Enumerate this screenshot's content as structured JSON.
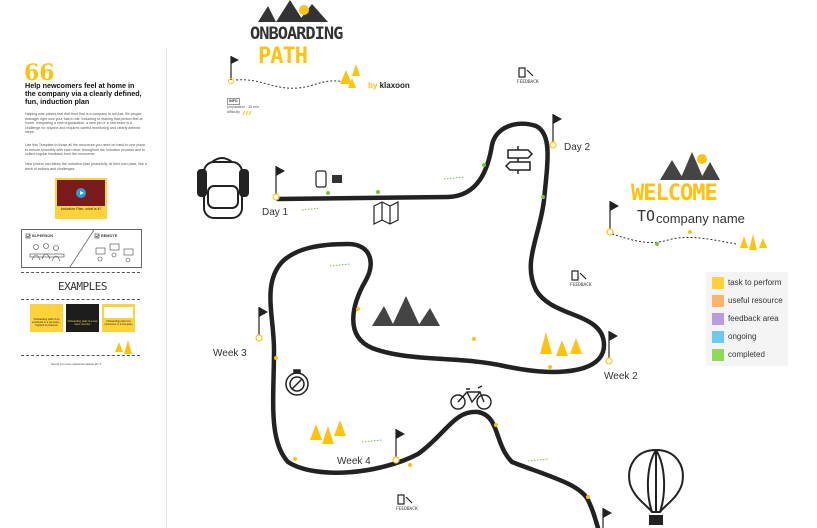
{
  "left_panel": {
    "quote_mark": "66",
    "title": "Help newcomers feel at home in the company via a clearly defined, fun, induction plan",
    "paragraph_1": "Helping new joiners feel that their first is a company is not just. Be people manager right now your has a role. Inducting to making that person feel at home. Integrating a new organization, a new job or a new team is a challenge for anyone and requires careful monitoring and clearly defined steps.",
    "paragraph_2": "Use this Template to those all the resources you need on hand to one place, to ensure smoothly with each other throughout the induction process and to collect regular feedback from the newcomer.",
    "paragraph_3": "New joiners can follow the Induction plan peacefully, at their own pace, like a treck of actions and challenges.",
    "video_caption": "Induction Plan, what is it?",
    "modes": {
      "in_person": "IN-PERSON",
      "remote": "REMOTE"
    },
    "examples_title": "EXAMPLES",
    "example_cards": [
      "Onboarding path of an employee in a company - Inspired by Klaxoon",
      "Onboarding path of a new team member",
      "Onboarding path of a newcomer in a company"
    ],
    "footer_link": "ItemQ.com.use-cases/templates-klx ©"
  },
  "logo": {
    "line_1": "ONBOARDING",
    "line_2": "PATH",
    "by_label": "by",
    "brand": "klaxoon"
  },
  "info": {
    "tag": "INFO",
    "preparation": "preparation : 15 min",
    "difficulty": "difficulty"
  },
  "milestones": {
    "day1": "Day 1",
    "day2": "Day 2",
    "week2": "Week 2",
    "week3": "Week 3",
    "week4": "Week 4"
  },
  "feedback_label": "FEEDBACK",
  "welcome": {
    "title": "WELCOME",
    "to": "TO",
    "company": "company name"
  },
  "legend": [
    {
      "label": "task to perform",
      "color": "#ffd23a"
    },
    {
      "label": "useful resource",
      "color": "#ffb36b"
    },
    {
      "label": "feedback area",
      "color": "#b89ce0"
    },
    {
      "label": "ongoing",
      "color": "#6ccaf2"
    },
    {
      "label": "completed",
      "color": "#8edb5a"
    }
  ],
  "colors": {
    "path": "#222222",
    "accent": "#ffc20e",
    "grass": "#7bc043"
  }
}
